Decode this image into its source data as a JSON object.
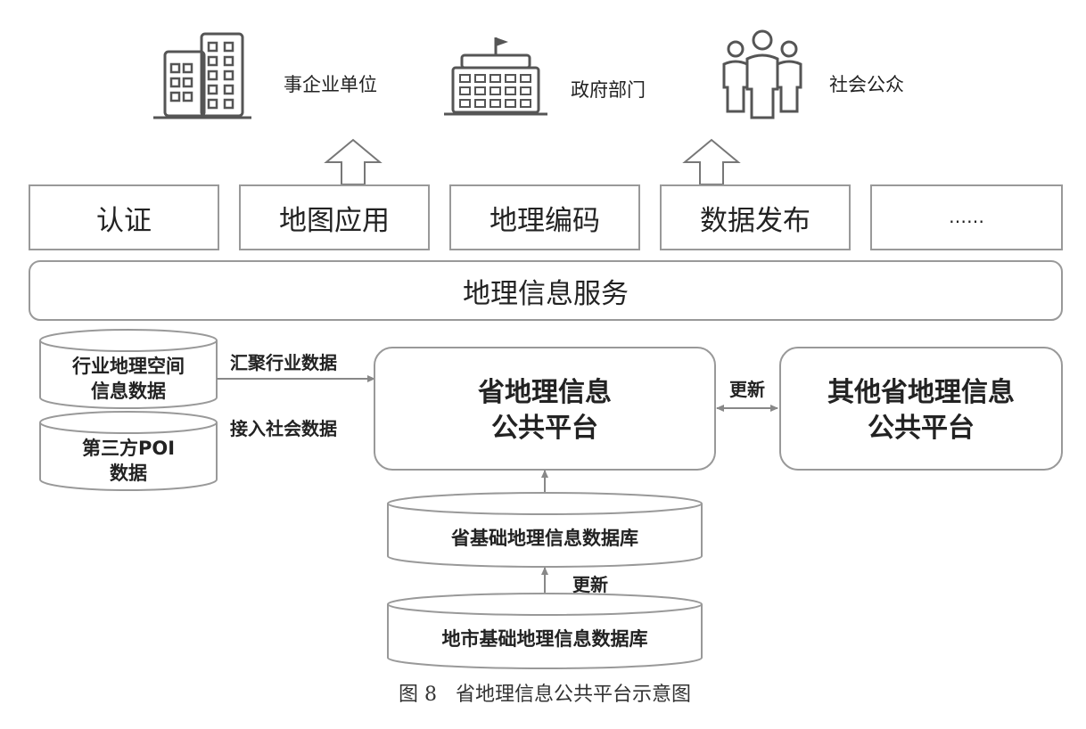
{
  "users": [
    {
      "label": "事企业单位",
      "icon": "buildings-icon"
    },
    {
      "label": "政府部门",
      "icon": "government-building-icon"
    },
    {
      "label": "社会公众",
      "icon": "people-icon"
    }
  ],
  "apps": [
    "认证",
    "地图应用",
    "地理编码",
    "数据发布",
    "……"
  ],
  "service": "地理信息服务",
  "sources": {
    "industry": {
      "line1": "行业地理空间",
      "line2": "信息数据"
    },
    "poi": {
      "line1": "第三方POI",
      "line2": "数据"
    }
  },
  "edges": {
    "aggregate": "汇聚行业数据",
    "access": "接入社会数据",
    "update_peer": "更新",
    "update_city": "更新"
  },
  "platform": {
    "line1": "省地理信息",
    "line2": "公共平台"
  },
  "other_platform": {
    "line1": "其他省地理信息",
    "line2": "公共平台"
  },
  "databases": {
    "province": "省基础地理信息数据库",
    "city": "地市基础地理信息数据库"
  },
  "caption": "图 8   省地理信息公共平台示意图"
}
